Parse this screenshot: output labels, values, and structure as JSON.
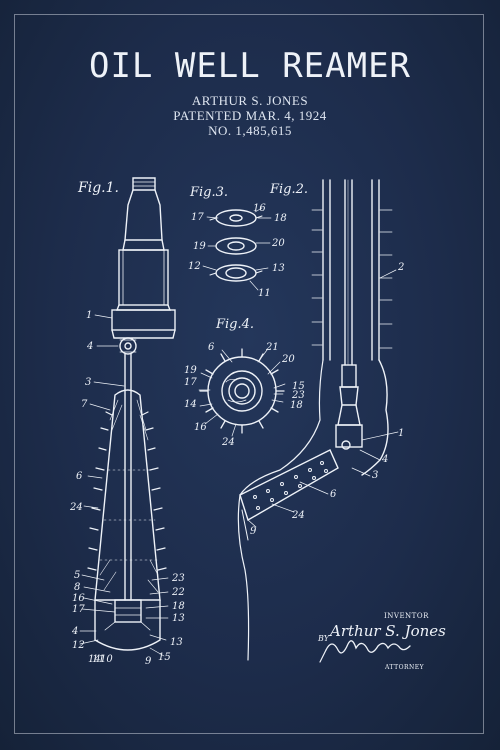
{
  "poster": {
    "title": "OIL WELL REAMER",
    "inventor_line": "ARTHUR S. JONES",
    "patent_date": "PATENTED MAR. 4, 1924",
    "patent_number": "NO. 1,485,615"
  },
  "figures": {
    "fig1": "Fig.1.",
    "fig2": "Fig.2.",
    "fig3": "Fig.3.",
    "fig4": "Fig.4."
  },
  "signature": {
    "role": "INVENTOR",
    "name": "Arthur S. Jones",
    "by": "BY",
    "attorney_role": "ATTORNEY"
  },
  "colors": {
    "background": "#1d2c4b",
    "ink": "#eef2f8"
  }
}
